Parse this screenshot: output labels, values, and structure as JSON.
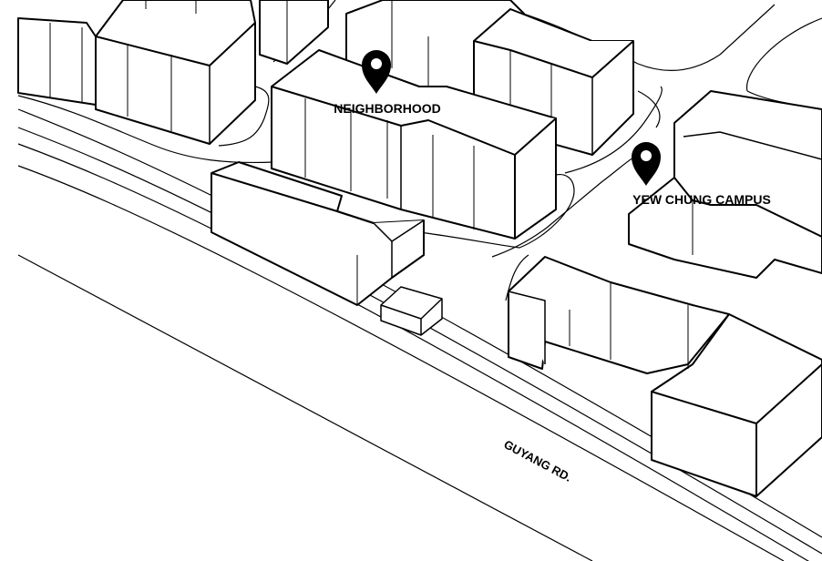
{
  "labels": {
    "neighborhood": "NEIGHBORHOOD",
    "campus": "YEW CHUNG CAMPUS",
    "road": "GUYANG RD."
  },
  "icons": {
    "neighborhood_marker": "map-pin-icon",
    "campus_marker": "map-pin-icon"
  },
  "colors": {
    "ink": "#000000",
    "paper": "#ffffff"
  }
}
